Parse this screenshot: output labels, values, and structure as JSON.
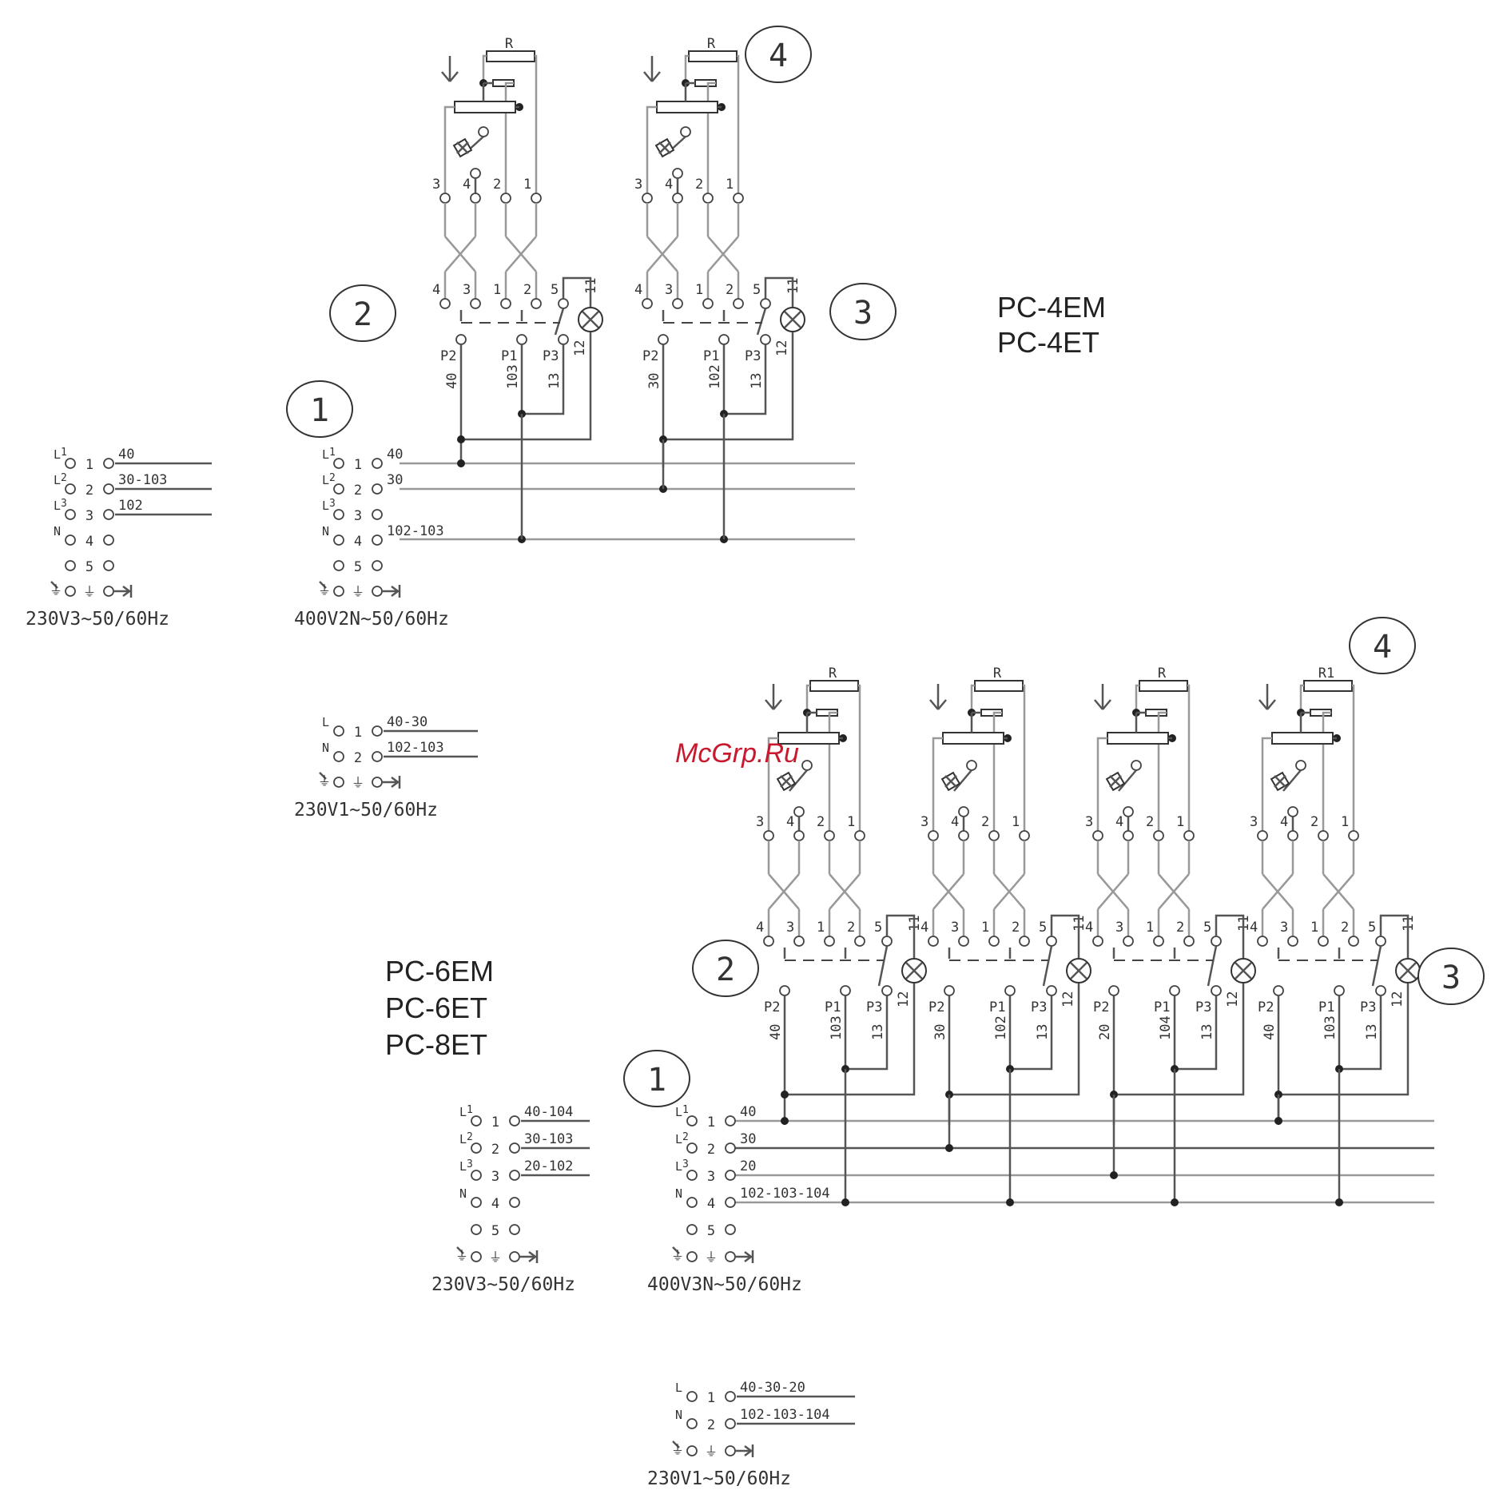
{
  "models": {
    "top": [
      "PC-4EM",
      "PC-4ET"
    ],
    "bottom": [
      "PC-6EM",
      "PC-6ET",
      "PC-8ET"
    ]
  },
  "callouts": [
    "1",
    "2",
    "3",
    "4"
  ],
  "resistor_labels": {
    "top": [
      "R",
      "R"
    ],
    "bottom": [
      "R",
      "R",
      "R",
      "R1"
    ]
  },
  "unit_terminals": {
    "upper": [
      "3",
      "4",
      "2",
      "1"
    ],
    "lower": [
      "4",
      "3",
      "1",
      "2",
      "5",
      "11"
    ],
    "lamp": "12",
    "relay": [
      "P2",
      "P1",
      "P3"
    ]
  },
  "unit_wires": {
    "top": [
      [
        "40",
        "103",
        "13"
      ],
      [
        "30",
        "102",
        "13"
      ]
    ],
    "bottom": [
      [
        "40",
        "103",
        "13"
      ],
      [
        "30",
        "102",
        "13"
      ],
      [
        "20",
        "104",
        "13"
      ],
      [
        "40",
        "103",
        "13"
      ]
    ]
  },
  "terminal_blocks": {
    "top_3ph_230": {
      "rows": [
        {
          "label": "L1",
          "num": "1",
          "wire": "40"
        },
        {
          "label": "L2",
          "num": "2",
          "wire": "30-103"
        },
        {
          "label": "L3",
          "num": "3",
          "wire": "102"
        },
        {
          "label": "N",
          "num": "4",
          "wire": ""
        },
        {
          "label": "",
          "num": "5",
          "wire": ""
        }
      ],
      "voltage": "230V3~50/60Hz"
    },
    "top_2n_400": {
      "rows": [
        {
          "label": "L1",
          "num": "1",
          "wire": "40"
        },
        {
          "label": "L2",
          "num": "2",
          "wire": "30"
        },
        {
          "label": "L3",
          "num": "3",
          "wire": ""
        },
        {
          "label": "N",
          "num": "4",
          "wire": "102-103"
        },
        {
          "label": "",
          "num": "5",
          "wire": ""
        }
      ],
      "voltage": "400V2N~50/60Hz"
    },
    "top_1ph_230": {
      "rows": [
        {
          "label": "L",
          "num": "1",
          "wire": "40-30"
        },
        {
          "label": "N",
          "num": "2",
          "wire": "102-103"
        }
      ],
      "voltage": "230V1~50/60Hz"
    },
    "bottom_3ph_230": {
      "rows": [
        {
          "label": "L1",
          "num": "1",
          "wire": "40-104"
        },
        {
          "label": "L2",
          "num": "2",
          "wire": "30-103"
        },
        {
          "label": "L3",
          "num": "3",
          "wire": "20-102"
        },
        {
          "label": "N",
          "num": "4",
          "wire": ""
        },
        {
          "label": "",
          "num": "5",
          "wire": ""
        }
      ],
      "voltage": "230V3~50/60Hz"
    },
    "bottom_3n_400": {
      "rows": [
        {
          "label": "L1",
          "num": "1",
          "wire": "40"
        },
        {
          "label": "L2",
          "num": "2",
          "wire": "30"
        },
        {
          "label": "L3",
          "num": "3",
          "wire": "20"
        },
        {
          "label": "N",
          "num": "4",
          "wire": "102-103-104"
        },
        {
          "label": "",
          "num": "5",
          "wire": ""
        }
      ],
      "voltage": "400V3N~50/60Hz"
    },
    "bottom_1ph_230": {
      "rows": [
        {
          "label": "L",
          "num": "1",
          "wire": "40-30-20"
        },
        {
          "label": "N",
          "num": "2",
          "wire": "102-103-104"
        }
      ],
      "voltage": "230V1~50/60Hz"
    }
  },
  "watermark": "McGrp.Ru"
}
